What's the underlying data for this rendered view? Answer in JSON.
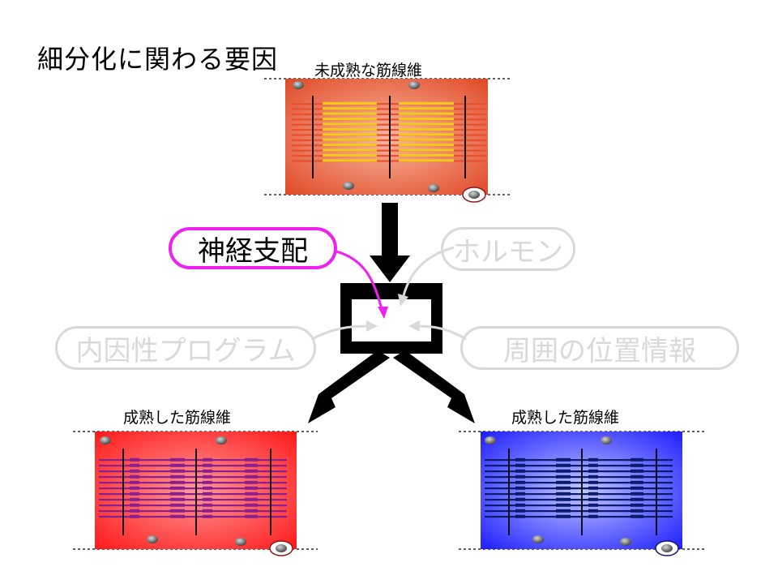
{
  "title": "細分化に関わる要因",
  "fibers": {
    "immature": {
      "label": "未成熟な筋線維"
    },
    "mature_red": {
      "label": "成熟した筋線維"
    },
    "mature_blue": {
      "label": "成熟した筋線維"
    }
  },
  "factors": {
    "neural": "神経支配",
    "hormone": "ホルモン",
    "intrinsic": "内因性プログラム",
    "positional": "周囲の位置情報"
  },
  "colors": {
    "immature_fiber": "#e8502e",
    "immature_myofilament": "#f2c81e",
    "mature_red_fiber": "#ff2222",
    "mature_red_myofilament": "#8a1f8f",
    "mature_blue_fiber": "#2b2bff",
    "mature_blue_myofilament": "#0b1c6e",
    "neural_highlight": "#ee22ee",
    "inactive": "#d9d9d9"
  }
}
